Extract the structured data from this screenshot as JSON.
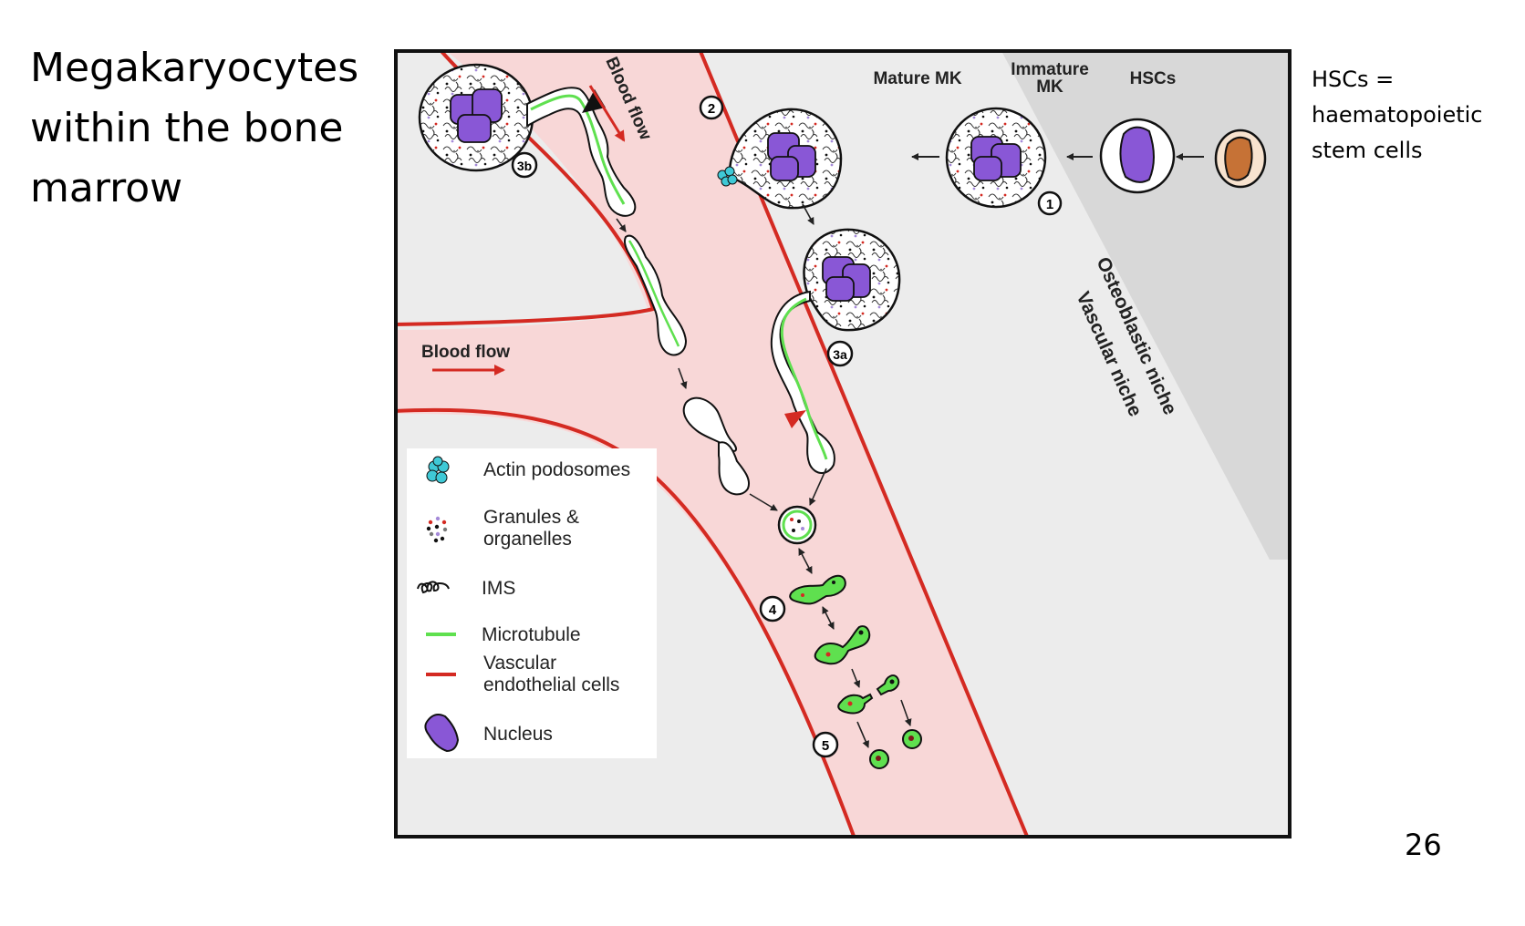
{
  "slide": {
    "title_lines": [
      "Megakaryocytes",
      "within the bone",
      "marrow"
    ],
    "side_note_lines": [
      "HSCs =",
      "haematopoietic",
      "stem cells"
    ],
    "page_number": "26"
  },
  "figure": {
    "stage_labels": {
      "hscs": "HSCs",
      "immature_mk_line1": "Immature",
      "immature_mk_line2": "MK",
      "mature_mk": "Mature MK"
    },
    "niche_labels": {
      "osteoblastic": "Osteoblastic niche",
      "vascular": "Vascular niche"
    },
    "flow_labels": {
      "vertical": "Blood flow",
      "horizontal": "Blood flow"
    },
    "step_markers": [
      "1",
      "2",
      "3a",
      "3b",
      "4",
      "5"
    ],
    "legend": [
      {
        "icon": "actin-podosomes-icon",
        "lines": [
          "Actin podosomes"
        ]
      },
      {
        "icon": "granules-icon",
        "lines": [
          "Granules &",
          "organelles"
        ]
      },
      {
        "icon": "ims-icon",
        "lines": [
          "IMS"
        ]
      },
      {
        "icon": "microtubule-icon",
        "lines": [
          "Microtubule"
        ]
      },
      {
        "icon": "vascular-endothelial-icon",
        "lines": [
          "Vascular",
          "endothelial cells"
        ]
      },
      {
        "icon": "nucleus-icon",
        "lines": [
          "Nucleus"
        ]
      }
    ],
    "colors": {
      "vessel_fill": "#f8d7d7",
      "vessel_wall": "#d42a22",
      "background": "#ececec",
      "osteoblastic_niche": "#d8d8d8",
      "nucleus": "#8957d6",
      "microtubule": "#5fe04f",
      "hsc_nucleus": "#c67236",
      "hsc_cytoplasm": "#f8e3cf",
      "podosome": "#3fc9d6"
    }
  }
}
